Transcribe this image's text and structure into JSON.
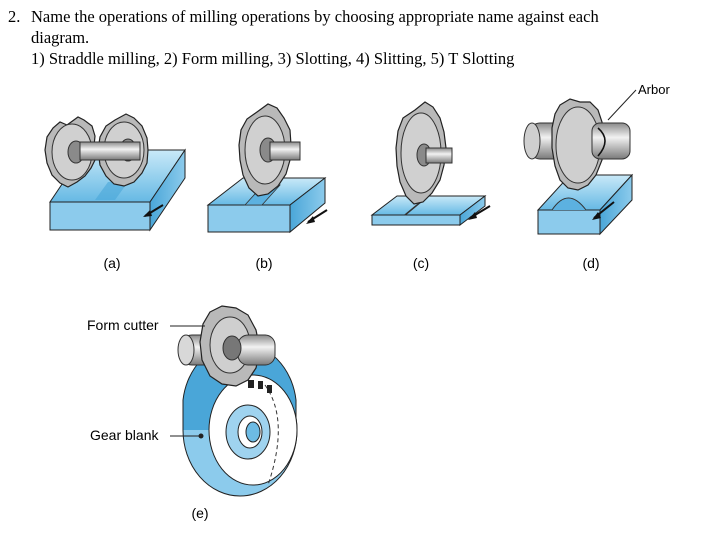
{
  "question": {
    "number": "2.",
    "text_line1": "Name the operations of milling operations by choosing appropriate name against each",
    "text_line2": "diagram.",
    "options": "1)  Straddle milling, 2) Form milling, 3) Slotting, 4) Slitting, 5) T Slotting"
  },
  "figure": {
    "captions": [
      "(a)",
      "(b)",
      "(c)",
      "(d)",
      "(e)"
    ],
    "labels": {
      "arbor": "Arbor",
      "form_cutter": "Form cutter",
      "gear_blank": "Gear blank"
    },
    "colors": {
      "workpiece": "#9fd3ef",
      "workpiece_dark": "#4aa6d8",
      "cutter": "#b9b9b9",
      "cutter_dark": "#6d6d6d",
      "outline": "#222222"
    }
  }
}
